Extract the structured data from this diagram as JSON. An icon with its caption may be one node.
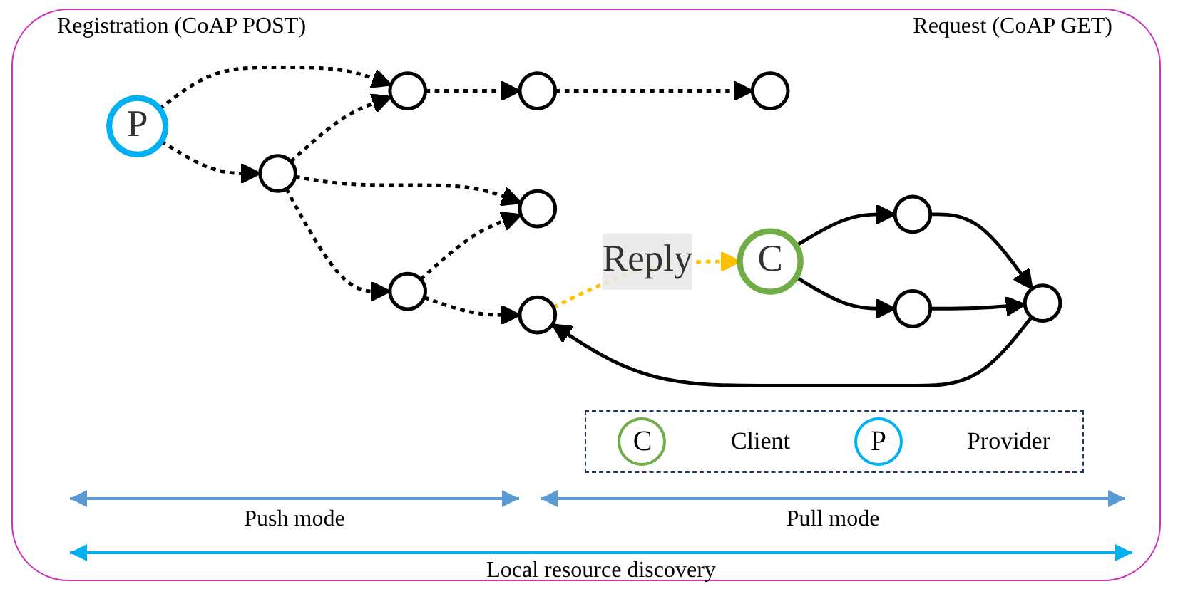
{
  "diagram": {
    "nodes": [
      {
        "text": [
          "P"
        ]
      },
      {
        "text": [],
        "shape": "circle"
      },
      {
        "text": [],
        "shape": "circle"
      },
      {
        "text": [],
        "shape": "circle"
      },
      {
        "text": [],
        "shape": "circle"
      },
      {
        "text": [],
        "shape": "circle"
      },
      {
        "text": [],
        "shape": "circle"
      },
      {
        "text": [],
        "shape": "circle"
      },
      {
        "text": [],
        "shape": "circle"
      },
      {
        "text": [],
        "shape": "circle"
      },
      {
        "text": [],
        "shape": "circle"
      },
      {
        "text": [
          "C"
        ]
      }
    ],
    "edges": [
      {
        "from": 0,
        "to": 1,
        "arrow": "to",
        "style": "dashed"
      },
      {
        "from": 0,
        "to": 2,
        "arrow": "to",
        "style": "dashed"
      },
      {
        "from": 2,
        "to": 1,
        "arrow": "to",
        "style": "dashed"
      },
      {
        "from": 2,
        "to": 3,
        "arrow": "to",
        "style": "dashed"
      },
      {
        "from": 2,
        "to": 6,
        "arrow": "to",
        "style": "dashed"
      },
      {
        "from": 6,
        "to": 3,
        "arrow": "to",
        "style": "dashed"
      },
      {
        "from": 6,
        "to": 7,
        "arrow": "to",
        "style": "dashed"
      },
      {
        "from": 1,
        "to": 4,
        "arrow": "to",
        "style": "dashed"
      },
      {
        "from": 4,
        "to": 5,
        "arrow": "to",
        "style": "dashed"
      },
      {
        "from": 11,
        "to": 9,
        "arrow": "to"
      },
      {
        "from": 11,
        "to": 10,
        "arrow": "to"
      },
      {
        "from": 9,
        "to": 8,
        "arrow": "to"
      },
      {
        "from": 10,
        "to": 8,
        "arrow": "to"
      },
      {
        "from": 8,
        "to": 7,
        "arrow": "to"
      },
      {
        "from": 7,
        "to": 11,
        "arrow": "to",
        "label": "Reply",
        "style": "dashed",
        "color": "#ffc000"
      }
    ],
    "labels": [
      "Registration (CoAP POST)",
      "Request (CoAP GET)",
      "C",
      "P",
      "Push mode",
      "Pull mode",
      "Local resource discovery"
    ],
    "legend": [
      {
        "text": "Client",
        "color": "#70ad47"
      },
      {
        "text": "Provider",
        "color": "#00b0f0"
      }
    ]
  }
}
